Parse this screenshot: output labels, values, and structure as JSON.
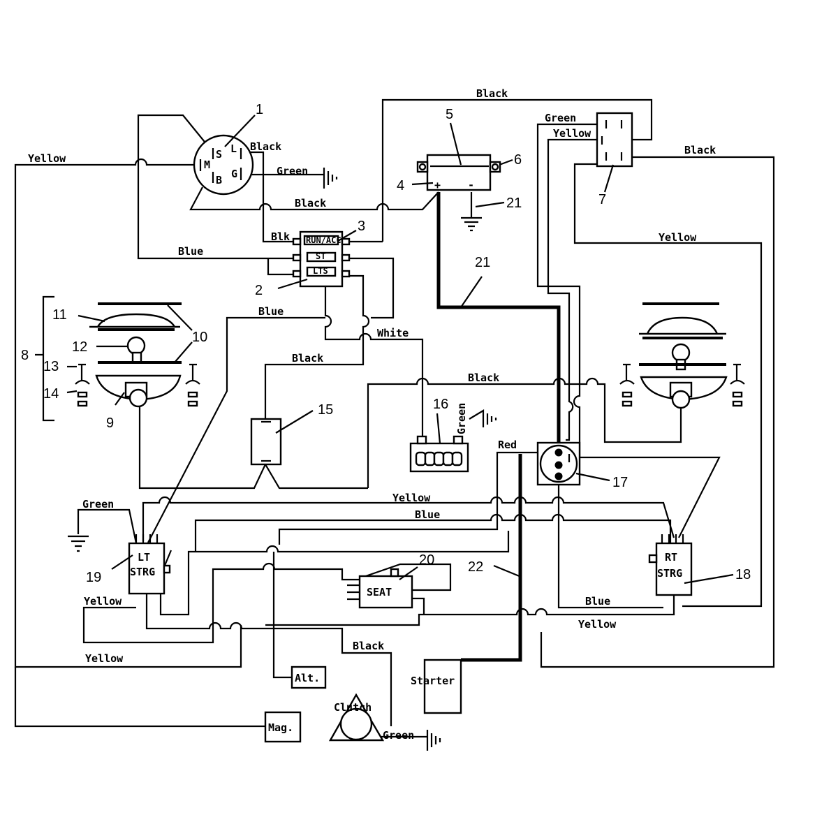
{
  "wires": {
    "black_top": "Black",
    "yellow_left": "Yellow",
    "black_relay": "Black",
    "green_relay": "Green",
    "black_relay2": "Black",
    "blk_short": "Blk",
    "blue_left": "Blue",
    "blue_center": "Blue",
    "white": "White",
    "black_mid": "Black",
    "black_long": "Black",
    "green_reg": "Green",
    "green_top_right": "Green",
    "yellow_top_right": "Yellow",
    "black_top_right": "Black",
    "yellow_right": "Yellow",
    "red": "Red",
    "green_lt": "Green",
    "yellow_cross": "Yellow",
    "blue_cross": "Blue",
    "yellow_lt": "Yellow",
    "blue_rt": "Blue",
    "yellow_rt": "Yellow",
    "yellow_bottom": "Yellow",
    "black_clutch": "Black",
    "green_clutch": "Green"
  },
  "components": {
    "relay_s": "S",
    "relay_l": "L",
    "relay_m": "M",
    "relay_b": "B",
    "relay_g": "G",
    "switch_top": "RUN/ACC",
    "switch_mid": "ST",
    "switch_bot": "LTS",
    "battery_plus": "+",
    "battery_minus": "-",
    "lt_strg": "LT\nSTRG",
    "lt_strg_l1": "LT",
    "lt_strg_l2": "STRG",
    "rt_strg_l1": "RT",
    "rt_strg_l2": "STRG",
    "seat": "SEAT",
    "alt": "Alt.",
    "starter": "Starter",
    "clutch": "Clutch",
    "mag": "Mag."
  },
  "callouts": [
    "1",
    "2",
    "3",
    "4",
    "5",
    "6",
    "7",
    "8",
    "9",
    "10",
    "11",
    "12",
    "13",
    "14",
    "15",
    "16",
    "17",
    "18",
    "19",
    "20",
    "21",
    "21",
    "22"
  ]
}
